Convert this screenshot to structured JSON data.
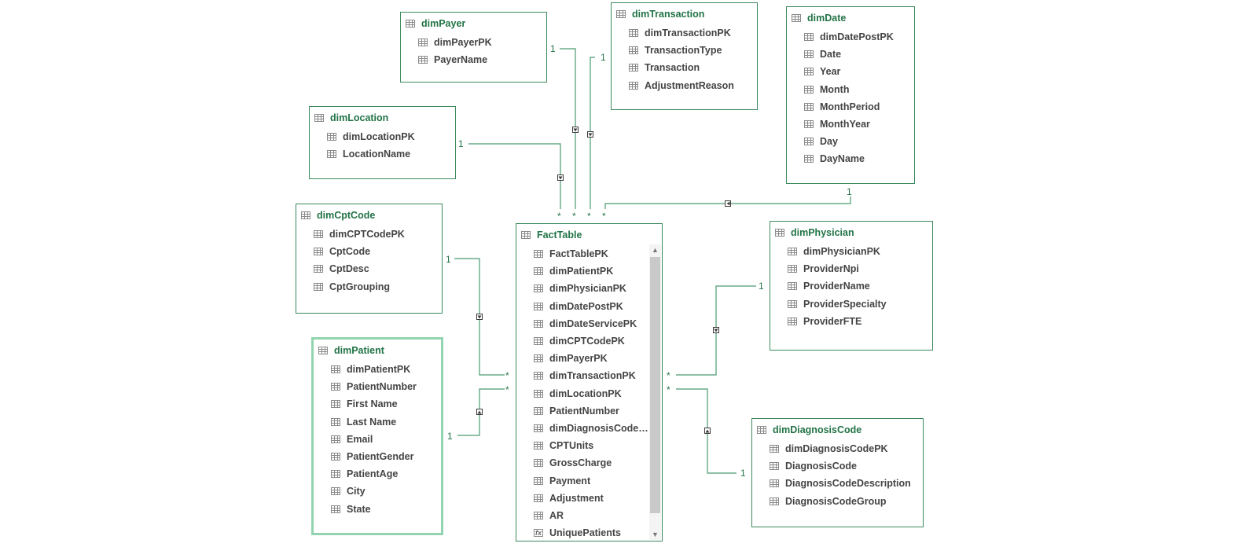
{
  "tables": {
    "dimPayer": {
      "title": "dimPayer",
      "columns": [
        "dimPayerPK",
        "PayerName"
      ]
    },
    "dimTransaction": {
      "title": "dimTransaction",
      "columns": [
        "dimTransactionPK",
        "TransactionType",
        "Transaction",
        "AdjustmentReason"
      ]
    },
    "dimDate": {
      "title": "dimDate",
      "columns": [
        "dimDatePostPK",
        "Date",
        "Year",
        "Month",
        "MonthPeriod",
        "MonthYear",
        "Day",
        "DayName"
      ]
    },
    "dimLocation": {
      "title": "dimLocation",
      "columns": [
        "dimLocationPK",
        "LocationName"
      ]
    },
    "dimCptCode": {
      "title": "dimCptCode",
      "columns": [
        "dimCPTCodePK",
        "CptCode",
        "CptDesc",
        "CptGrouping"
      ]
    },
    "dimPhysician": {
      "title": "dimPhysician",
      "columns": [
        "dimPhysicianPK",
        "ProviderNpi",
        "ProviderName",
        "ProviderSpecialty",
        "ProviderFTE"
      ]
    },
    "dimPatient": {
      "title": "dimPatient",
      "columns": [
        "dimPatientPK",
        "PatientNumber",
        "First Name",
        "Last Name",
        "Email",
        "PatientGender",
        "PatientAge",
        "City",
        "State"
      ]
    },
    "dimDiagnosisCode": {
      "title": "dimDiagnosisCode",
      "columns": [
        "dimDiagnosisCodePK",
        "DiagnosisCode",
        "DiagnosisCodeDescription",
        "DiagnosisCodeGroup"
      ]
    },
    "FactTable": {
      "title": "FactTable",
      "columns": [
        "FactTablePK",
        "dimPatientPK",
        "dimPhysicianPK",
        "dimDatePostPK",
        "dimDateServicePK",
        "dimCPTCodePK",
        "dimPayerPK",
        "dimTransactionPK",
        "dimLocationPK",
        "PatientNumber",
        "dimDiagnosisCode…",
        "CPTUnits",
        "GrossCharge",
        "Payment",
        "Adjustment",
        "AR",
        "UniquePatients"
      ],
      "measure_columns": [
        "UniquePatients"
      ]
    }
  },
  "relationship_labels": {
    "one": "1",
    "many": "*"
  },
  "relationships": [
    {
      "from": "dimPayer",
      "to": "FactTable"
    },
    {
      "from": "dimTransaction",
      "to": "FactTable"
    },
    {
      "from": "dimLocation",
      "to": "FactTable"
    },
    {
      "from": "dimDate",
      "to": "FactTable"
    },
    {
      "from": "dimCptCode",
      "to": "FactTable"
    },
    {
      "from": "dimPatient",
      "to": "FactTable"
    },
    {
      "from": "dimPhysician",
      "to": "FactTable"
    },
    {
      "from": "dimDiagnosisCode",
      "to": "FactTable"
    }
  ],
  "colors": {
    "accent": "#217346",
    "border": "#3d8a5e",
    "line": "#4a9a72",
    "selected_border": "#92d4b0"
  }
}
